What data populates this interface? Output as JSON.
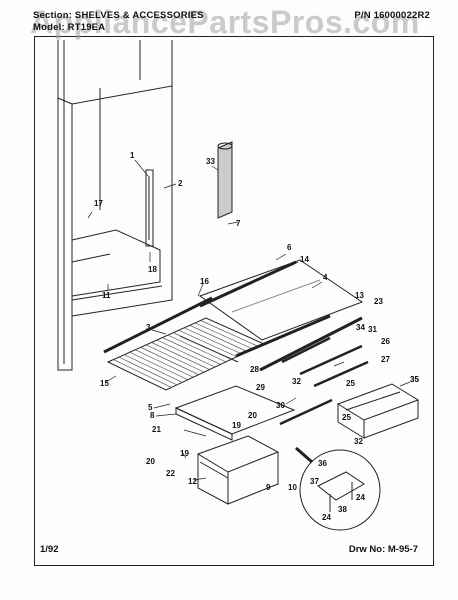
{
  "header": {
    "section_text": "Section: SHELVES & ACCESSORIES",
    "model_text": "Model: RT19EA",
    "part_number": "P/N 16000022R2"
  },
  "watermark": "AppliancePartsPros.com",
  "footer": {
    "date": "1/92",
    "drawing_number": "Drw No: M-95-7"
  },
  "callouts": [
    "1",
    "2",
    "3",
    "4",
    "5",
    "6",
    "7",
    "8",
    "9",
    "10",
    "11",
    "12",
    "13",
    "14",
    "15",
    "16",
    "17",
    "18",
    "19",
    "20",
    "21",
    "22",
    "23",
    "24",
    "25",
    "26",
    "27",
    "28",
    "29",
    "30",
    "31",
    "32",
    "33",
    "34",
    "35",
    "36",
    "37",
    "38"
  ]
}
